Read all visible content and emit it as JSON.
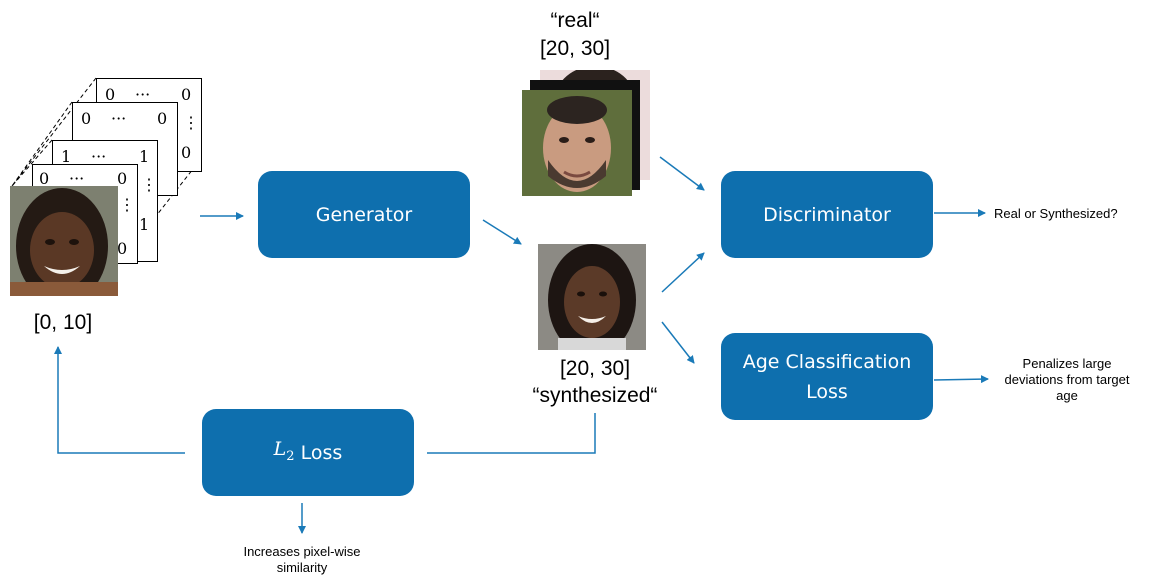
{
  "input": {
    "age_range": "[0, 10]",
    "tensor_cells": {
      "zero": "0",
      "one": "1",
      "dots": "···",
      "vdots": "⋮"
    }
  },
  "generator": {
    "label": "Generator"
  },
  "discriminator": {
    "label": "Discriminator",
    "output": "Real or Synthesized?"
  },
  "real": {
    "quote": "“real“",
    "age_range": "[20, 30]"
  },
  "synthesized": {
    "age_range": "[20, 30]",
    "quote": "“synthesized“"
  },
  "age_loss": {
    "label": "Age Classification Loss",
    "note": "Penalizes large deviations from target age"
  },
  "l2_loss": {
    "symbol": "L",
    "subscript": "2",
    "label": "Loss",
    "note": "Increases pixel-wise similarity"
  },
  "colors": {
    "box": "#0e6fae",
    "arrow": "#1a7ab8"
  }
}
